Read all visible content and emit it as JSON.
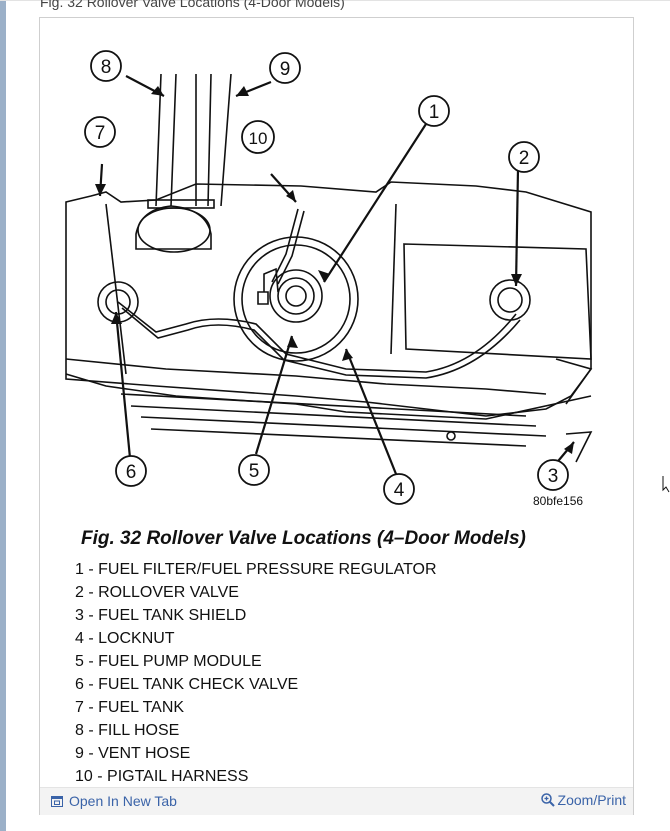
{
  "figure": {
    "caption_top": "Fig. 32 Rollover Valve Locations (4-Door Models)",
    "title": "Fig. 32 Rollover Valve Locations (4–Door Models)",
    "image_code": "80bfe156",
    "callouts": [
      "1",
      "2",
      "3",
      "4",
      "5",
      "6",
      "7",
      "8",
      "9",
      "10"
    ],
    "legend": [
      "1 - FUEL FILTER/FUEL PRESSURE REGULATOR",
      "2 - ROLLOVER VALVE",
      "3 - FUEL TANK SHIELD",
      "4 - LOCKNUT",
      "5 - FUEL PUMP MODULE",
      "6 - FUEL TANK CHECK VALVE",
      "7 - FUEL TANK",
      "8 - FILL HOSE",
      "9 - VENT HOSE",
      "10 - PIGTAIL HARNESS"
    ]
  },
  "footer": {
    "open_new_tab": "Open In New Tab",
    "zoom_print": "Zoom/Print"
  },
  "icons": {
    "open": "external-window-icon",
    "zoom": "magnifier-plus-icon"
  },
  "colors": {
    "link": "#3a63a8",
    "left_bar": "#9bb0c8"
  }
}
